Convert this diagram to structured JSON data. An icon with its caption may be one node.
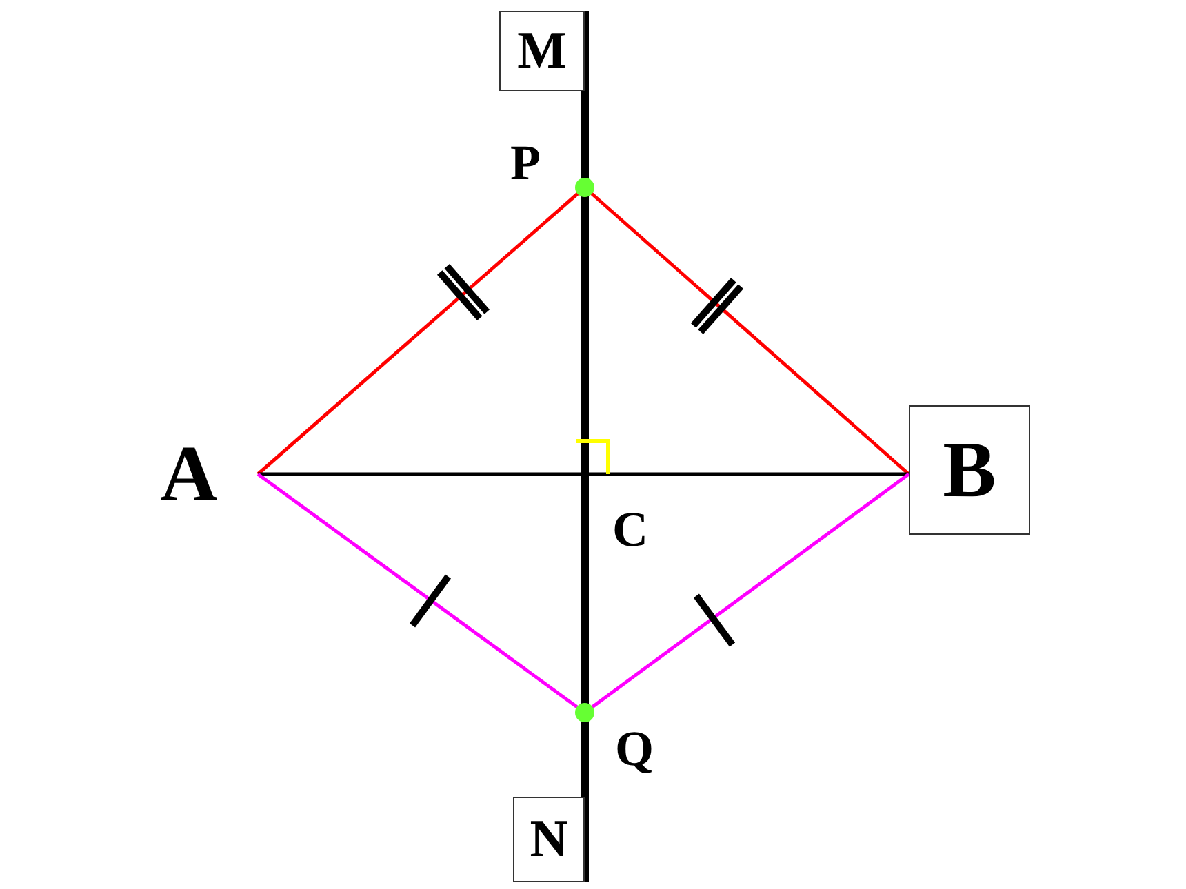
{
  "diagram": {
    "nodes": [
      {
        "text": [
          "M"
        ]
      },
      {
        "text": [
          "P"
        ]
      },
      {
        "text": [
          "A"
        ]
      },
      {
        "text": [
          "B"
        ]
      },
      {
        "text": [
          "Q"
        ]
      },
      {
        "text": [
          "N"
        ]
      }
    ],
    "edges": [
      {
        "from": 1,
        "to": 2,
        "arrow": "none",
        "color": "#ff0000"
      },
      {
        "from": 1,
        "to": 3,
        "arrow": "none",
        "color": "#ff0000"
      },
      {
        "from": 2,
        "to": 3,
        "arrow": "none",
        "color": "#000000"
      },
      {
        "from": 2,
        "to": 4,
        "arrow": "none",
        "color": "#ff00ff"
      },
      {
        "from": 3,
        "to": 4,
        "arrow": "none",
        "color": "#ff00ff"
      },
      {
        "from": 0,
        "to": 5,
        "arrow": "none",
        "color": "#000000",
        "style": "thick"
      }
    ],
    "labels": [
      "C"
    ]
  }
}
